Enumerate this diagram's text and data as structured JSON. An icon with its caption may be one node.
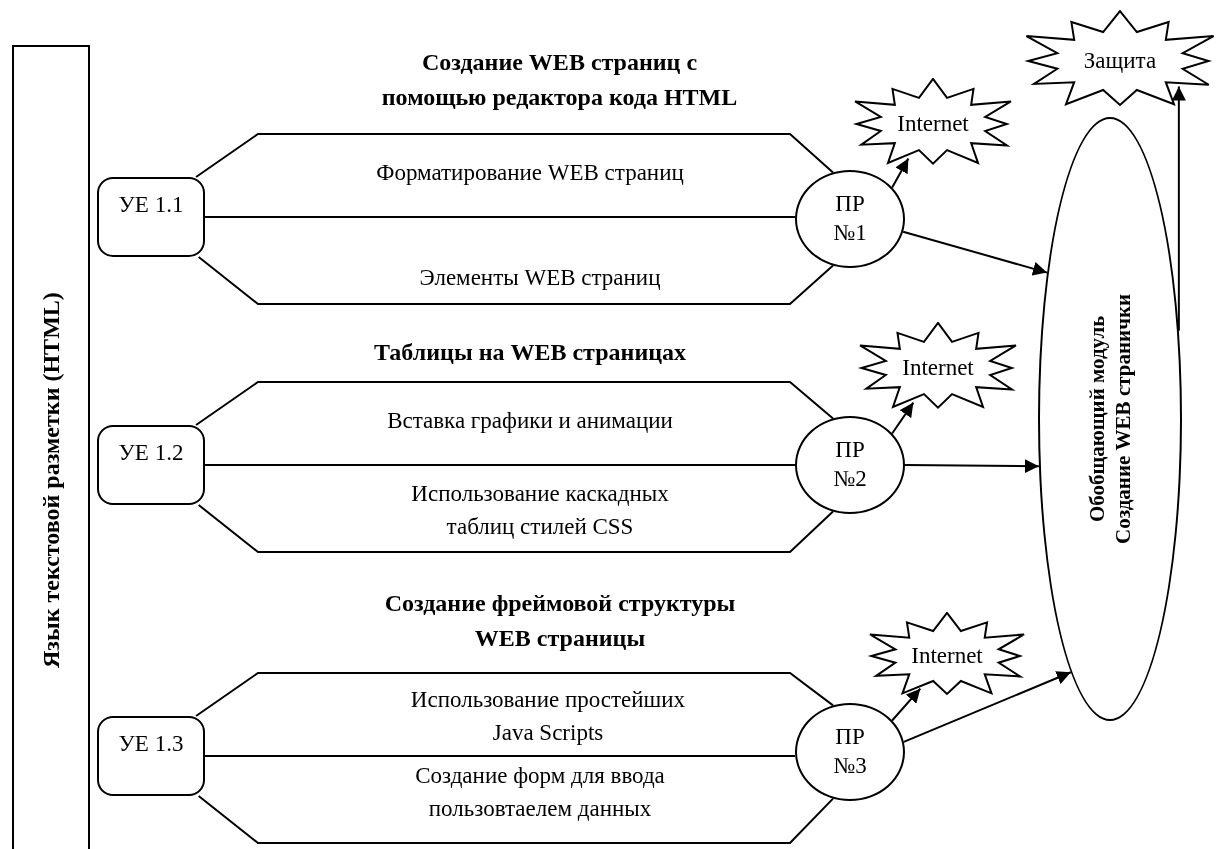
{
  "diagram": {
    "nodes": [
      {
        "text": [
          "Язык текстовой разметки (HTML)"
        ]
      },
      {
        "text": [
          "УЕ 1.1"
        ]
      },
      {
        "text": [
          "ПР №1"
        ]
      },
      {
        "text": [
          "Internet"
        ]
      },
      {
        "text": [
          "УЕ 1.2"
        ]
      },
      {
        "text": [
          "ПР №2"
        ]
      },
      {
        "text": [
          "Internet"
        ]
      },
      {
        "text": [
          "УЕ 1.3"
        ]
      },
      {
        "text": [
          "ПР №3"
        ]
      },
      {
        "text": [
          "Internet"
        ]
      },
      {
        "text": [
          "Обобщающий модуль",
          "Создание WEB странички"
        ]
      },
      {
        "text": [
          "Защита"
        ]
      }
    ],
    "edges": [
      {
        "from": 1,
        "to": 2,
        "arrow": "none"
      },
      {
        "from": 1,
        "to": 2,
        "arrow": "none"
      },
      {
        "from": 1,
        "to": 2,
        "arrow": "none"
      },
      {
        "from": 2,
        "to": 3,
        "arrow": "to"
      },
      {
        "from": 2,
        "to": 10,
        "arrow": "to"
      },
      {
        "from": 4,
        "to": 5,
        "arrow": "none"
      },
      {
        "from": 4,
        "to": 5,
        "arrow": "none"
      },
      {
        "from": 4,
        "to": 5,
        "arrow": "none"
      },
      {
        "from": 5,
        "to": 6,
        "arrow": "to"
      },
      {
        "from": 5,
        "to": 10,
        "arrow": "to"
      },
      {
        "from": 7,
        "to": 8,
        "arrow": "none"
      },
      {
        "from": 7,
        "to": 8,
        "arrow": "none"
      },
      {
        "from": 7,
        "to": 8,
        "arrow": "none"
      },
      {
        "from": 8,
        "to": 9,
        "arrow": "to"
      },
      {
        "from": 8,
        "to": 10,
        "arrow": "to"
      },
      {
        "from": 10,
        "to": 11,
        "arrow": "to"
      }
    ],
    "labels": [
      "Создание WEB страниц с помощью редактора кода HTML",
      "Форматирование WEB страниц",
      "Элементы WEB страниц",
      "Таблицы на WEB страницах",
      "Вставка графики и анимации",
      "Использование каскадных таблиц стилей CSS",
      "Создание фреймовой структуры WEB страницы",
      "Использование простейших Java Scripts",
      "Создание форм для ввода пользовтаелем данных"
    ]
  }
}
